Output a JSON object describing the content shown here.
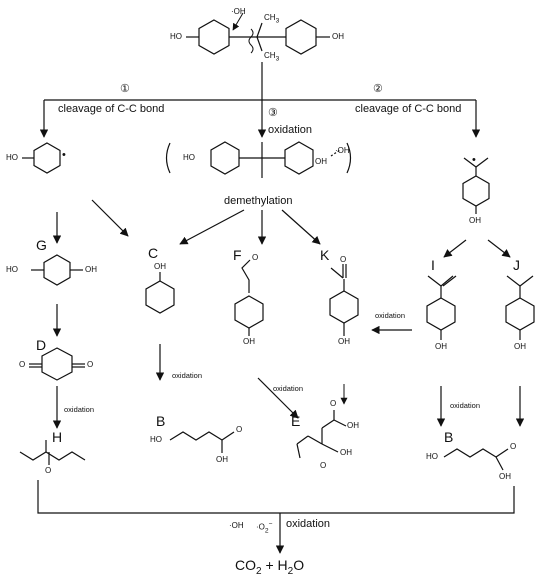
{
  "pathways": {
    "p1_num": "①",
    "p1_text": "cleavage of C-C bond",
    "p2_num": "②",
    "p2_text": "cleavage of C-C bond",
    "p3_num": "③",
    "p3_text": "oxidation",
    "demethylation": "demethylation"
  },
  "labels": {
    "G": "G",
    "D": "D",
    "H": "H",
    "C": "C",
    "B1": "B",
    "F": "F",
    "E": "E",
    "K": "K",
    "I": "I",
    "J": "J",
    "B2": "B"
  },
  "steps": {
    "ox_D_H": "oxidation",
    "ox_C_B": "oxidation",
    "ox_F_E": "oxidation",
    "ox_I_K": "oxidation",
    "ox_I_B": "oxidation"
  },
  "atoms": {
    "HO": "HO",
    "OH": "OH",
    "O": "O",
    "CH3": "CH",
    "three": "3",
    "radical": "•"
  },
  "reagents": {
    "oh_radical": "·OH",
    "superoxide_o": "O",
    "superoxide_sub": "2",
    "superoxide_sup": "−",
    "final_oxidation": "oxidation"
  },
  "products": {
    "co2": "CO",
    "sub2": "2",
    "plus": "+ H",
    "h2o_o": "O"
  }
}
